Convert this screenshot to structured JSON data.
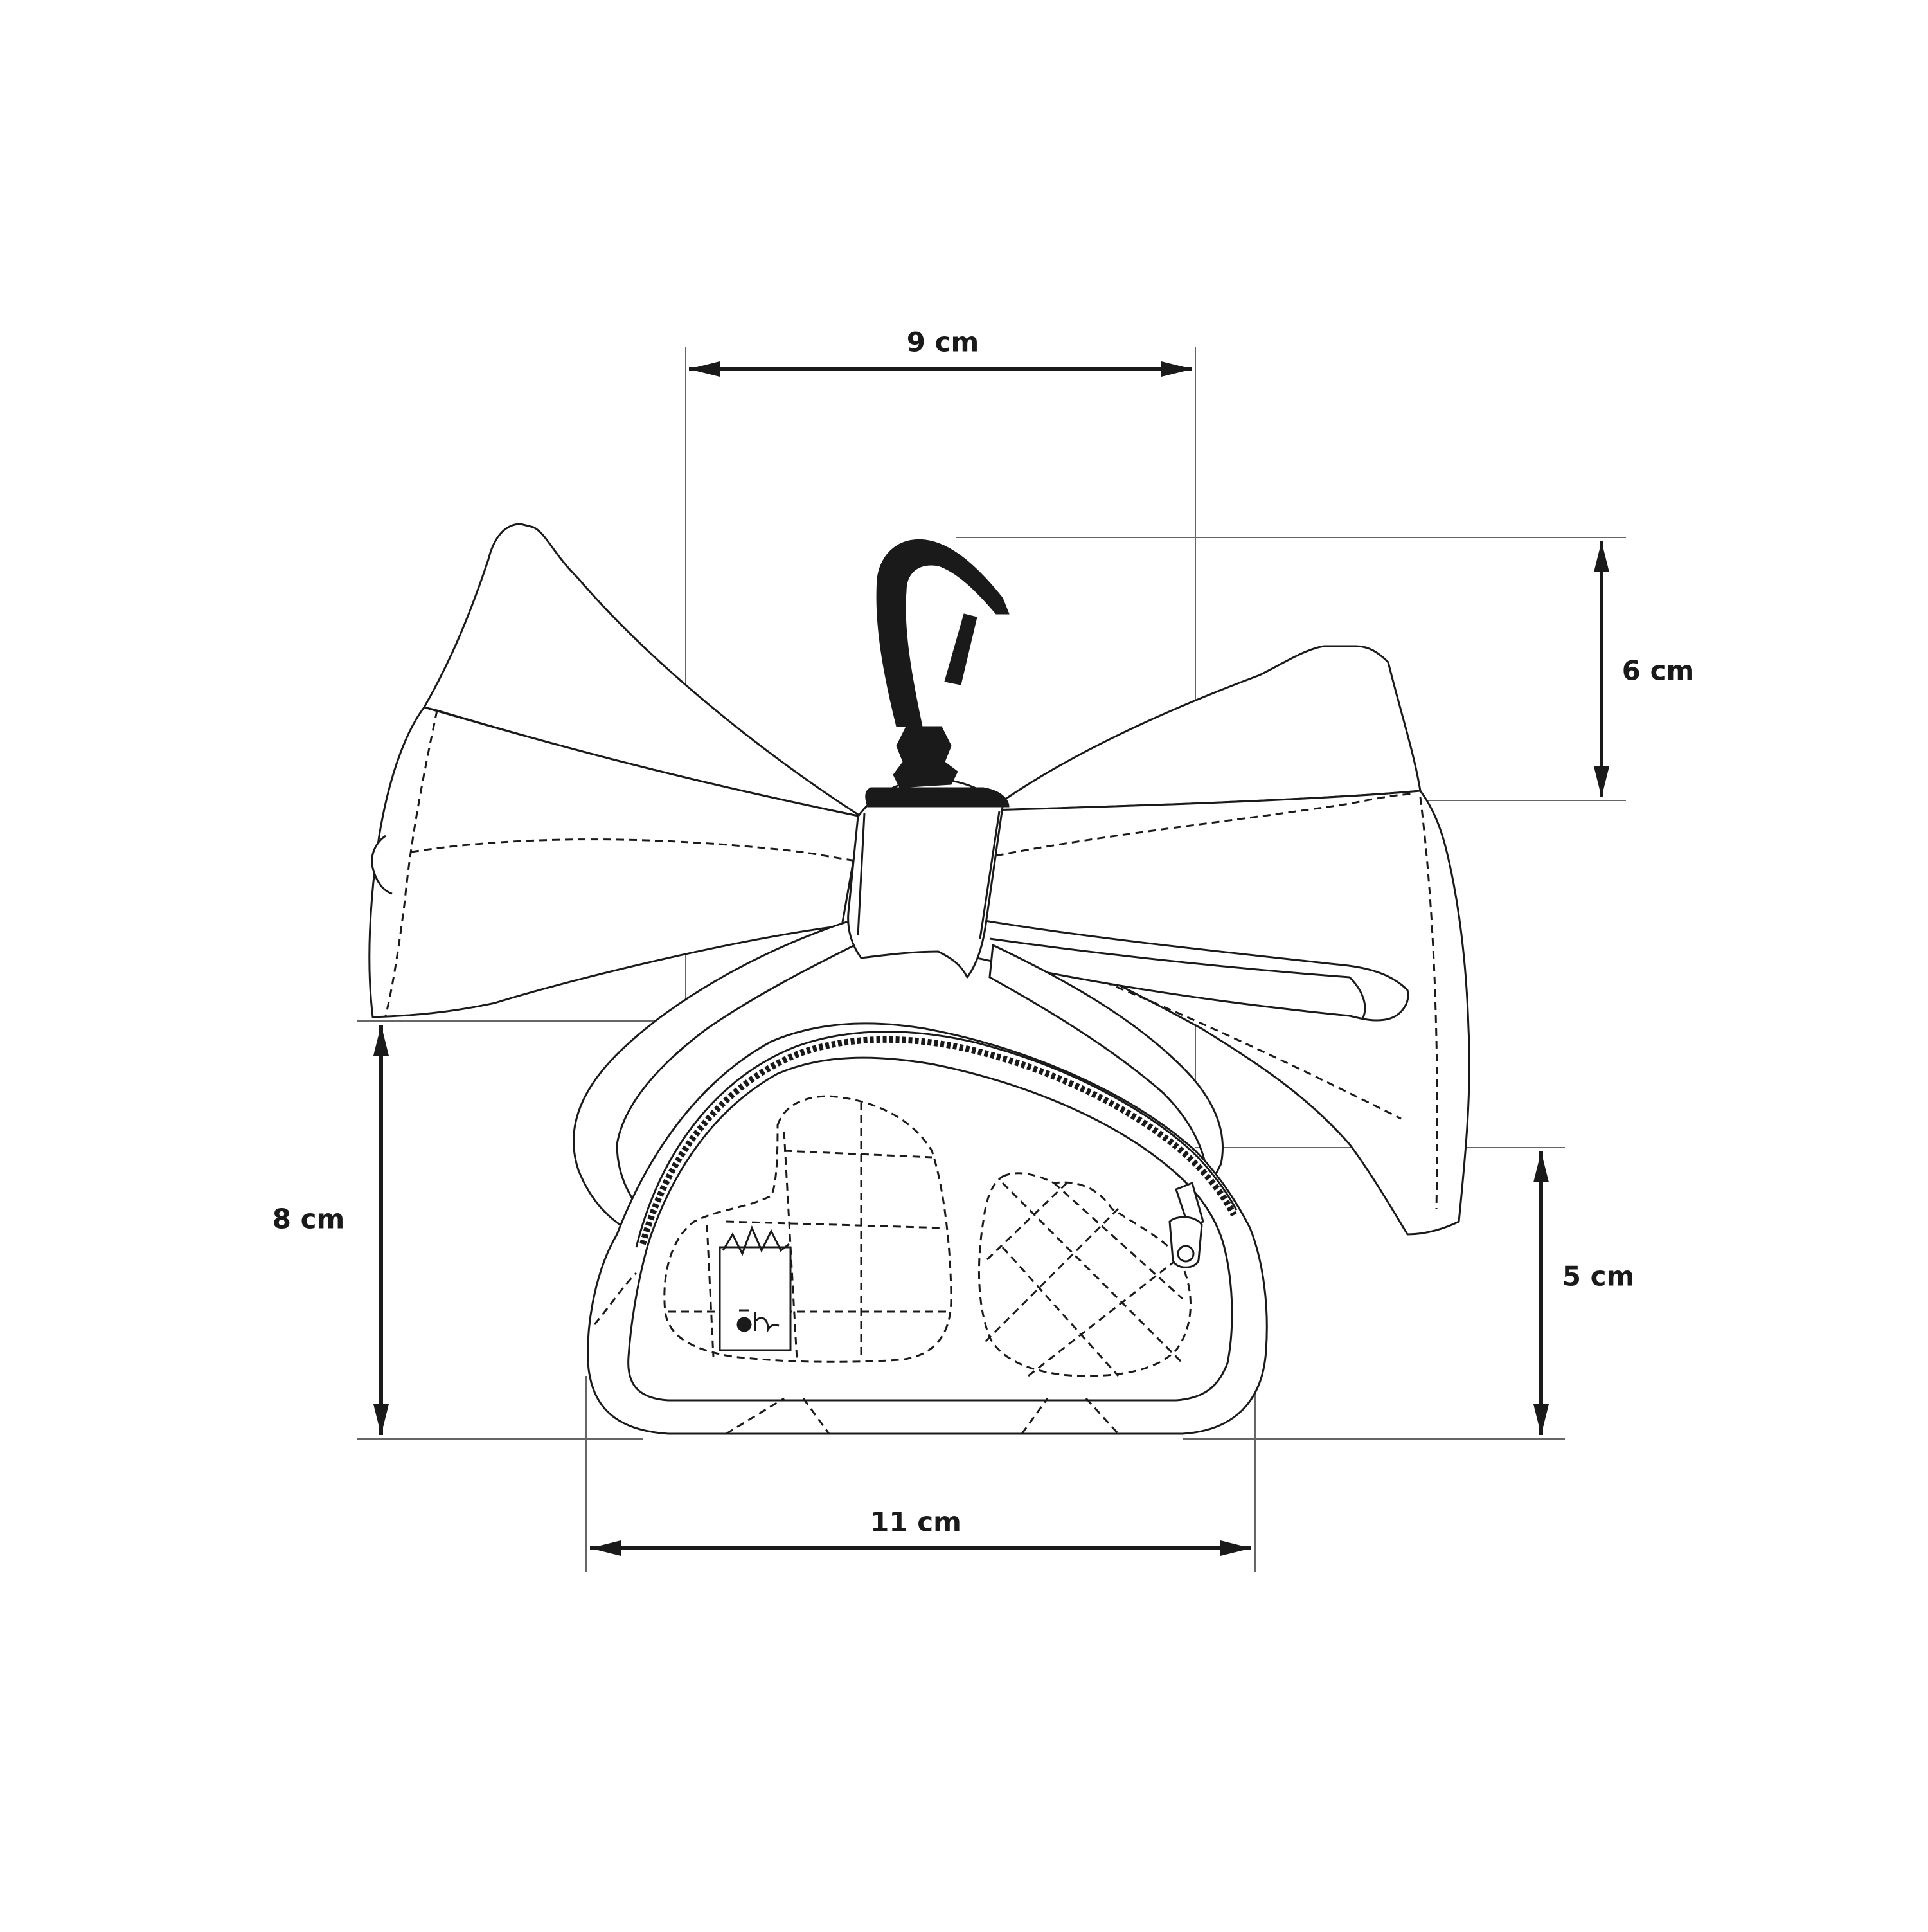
{
  "dimensions": {
    "top_width": "9 cm",
    "clip_height": "6 cm",
    "left_height": "8 cm",
    "right_height": "5 cm",
    "bottom_width": "11 cm"
  },
  "colors": {
    "line": "#1a1a1a",
    "guide": "#555555",
    "background": "#ffffff"
  },
  "icons": {
    "clip": "carabiner-clip-icon",
    "zipper": "zipper-pull-icon",
    "logo": "brand-logo-icon"
  }
}
